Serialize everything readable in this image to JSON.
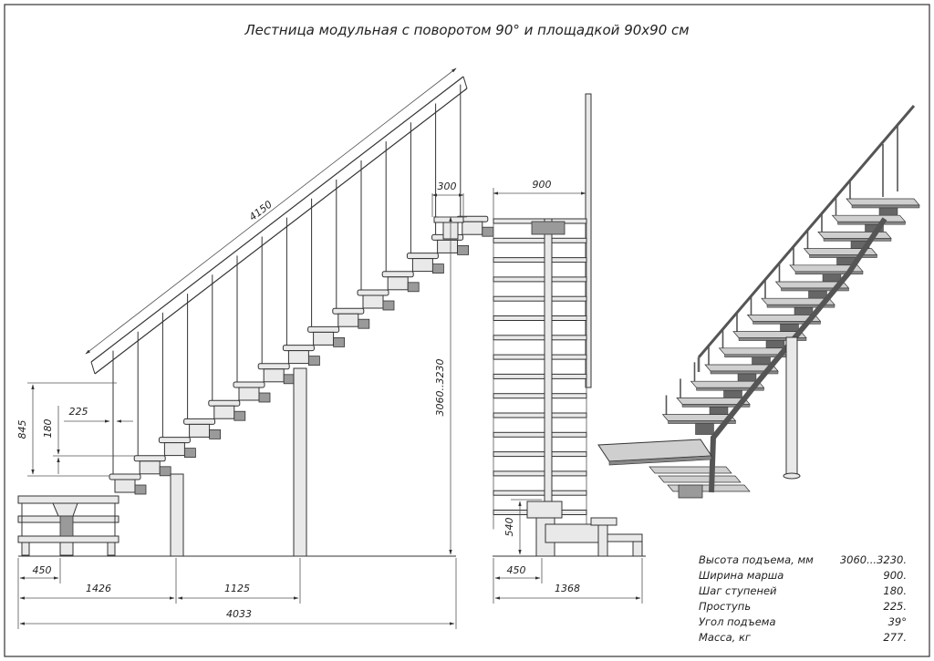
{
  "title": "Лестница модульная с поворотом 90° и площадкой 90х90 см",
  "dimensions": {
    "handrail_length": "4150",
    "landing_depth_side": "300",
    "height_range": "3060..3230",
    "lower_height": "845",
    "riser": "180",
    "tread": "225",
    "base_left": "450",
    "run_1": "1426",
    "run_2": "1125",
    "total_length": "4033",
    "front_width": "900",
    "front_height": "540",
    "front_base": "450",
    "front_run": "1368"
  },
  "specs": [
    {
      "label": "Высота подъема, мм",
      "value": "3060...3230."
    },
    {
      "label": "Ширина марша",
      "value": "900."
    },
    {
      "label": "Шаг ступеней",
      "value": "180."
    },
    {
      "label": "Проступь",
      "value": "225."
    },
    {
      "label": "Угол подъема",
      "value": "39°"
    },
    {
      "label": "Масса, кг",
      "value": "277."
    }
  ]
}
